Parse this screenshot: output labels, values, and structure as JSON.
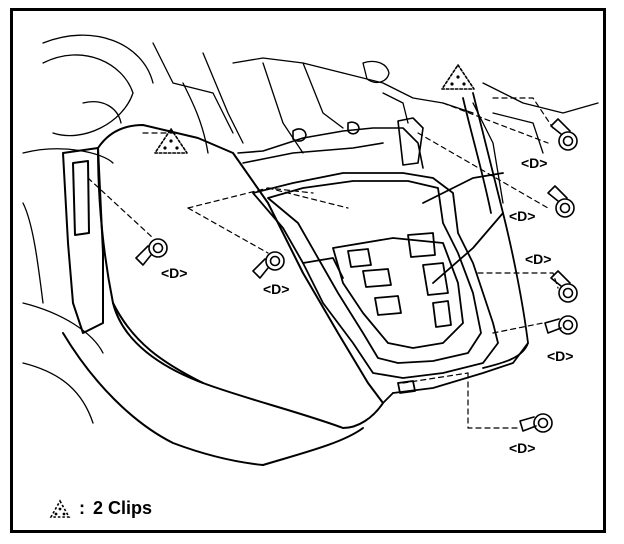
{
  "diagram": {
    "callouts": {
      "d1": "<D>",
      "d2": "<D>",
      "d3": "<D>",
      "d4": "<D>",
      "d5": "<D>",
      "d6": "<D>",
      "d7": "<D>"
    },
    "legend": {
      "separator": ":",
      "text": "2 Clips",
      "icon": "clip-triangle-icon"
    }
  }
}
